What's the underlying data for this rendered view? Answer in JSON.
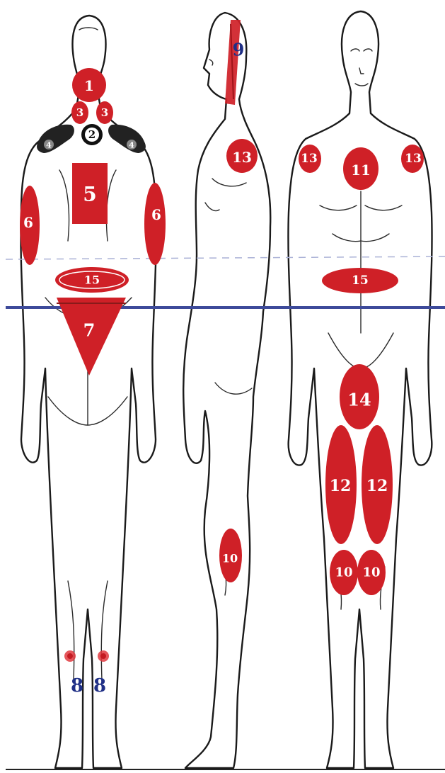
{
  "diagram": {
    "colors": {
      "zone_red": "#cf2027",
      "zone_black": "#111111",
      "zone_grey": "#555555",
      "line_blue": "#3d4a9a",
      "label_navy": "#1f2f86",
      "label_white": "#ffffff"
    },
    "labels": {
      "back_1": "1",
      "back_2": "2",
      "back_3_left": "3",
      "back_3_right": "3",
      "back_4_left": "4",
      "back_4_right": "4",
      "back_5": "5",
      "back_6_left": "6",
      "back_6_right": "6",
      "back_15": "15",
      "back_7": "7",
      "back_8_left": "8",
      "back_8_right": "8",
      "side_9": "9",
      "side_13": "13",
      "side_10": "10",
      "front_13_left": "13",
      "front_11": "11",
      "front_13_right": "13",
      "front_15": "15",
      "front_14": "14",
      "front_12_left": "12",
      "front_12_right": "12",
      "front_10_left": "10",
      "front_10_right": "10"
    }
  }
}
